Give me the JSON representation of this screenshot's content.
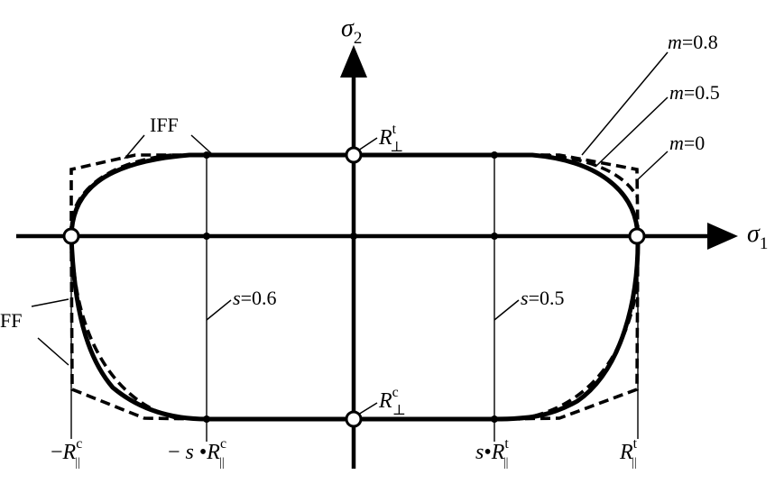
{
  "axes": {
    "sigma1": {
      "main": "σ",
      "sub": "1"
    },
    "sigma2": {
      "main": "σ",
      "sub": "2"
    }
  },
  "curves": {
    "m_08": {
      "main": "m",
      "rest": "=0.8"
    },
    "m_05": {
      "main": "m",
      "rest": "=0.5"
    },
    "m_0": {
      "main": "m",
      "rest": "=0"
    },
    "iff": "IFF",
    "ff": "FF"
  },
  "points": {
    "r_perp_t": {
      "main": "R",
      "sup": "t",
      "sub": "⊥"
    },
    "r_perp_c": {
      "main": "R",
      "sup": "c",
      "sub": "⊥"
    }
  },
  "slopes": {
    "s_left": {
      "main": "s",
      "rest": "=0.6"
    },
    "s_right": {
      "main": "s",
      "rest": "=0.5"
    }
  },
  "bottom_labels": {
    "neg_r_par_c": {
      "prefix": "−",
      "main": "R",
      "sup": "c",
      "sub": "||"
    },
    "neg_s_r_par_c": {
      "prefix": "− ",
      "s": "s",
      "dot": " •",
      "main": "R",
      "sup": "c",
      "sub": "||"
    },
    "s_r_par_t": {
      "s": "s",
      "dot": "•",
      "main": "R",
      "sup": "t",
      "sub": "||"
    },
    "r_par_t": {
      "main": "R",
      "sup": "t",
      "sub": "||"
    }
  }
}
